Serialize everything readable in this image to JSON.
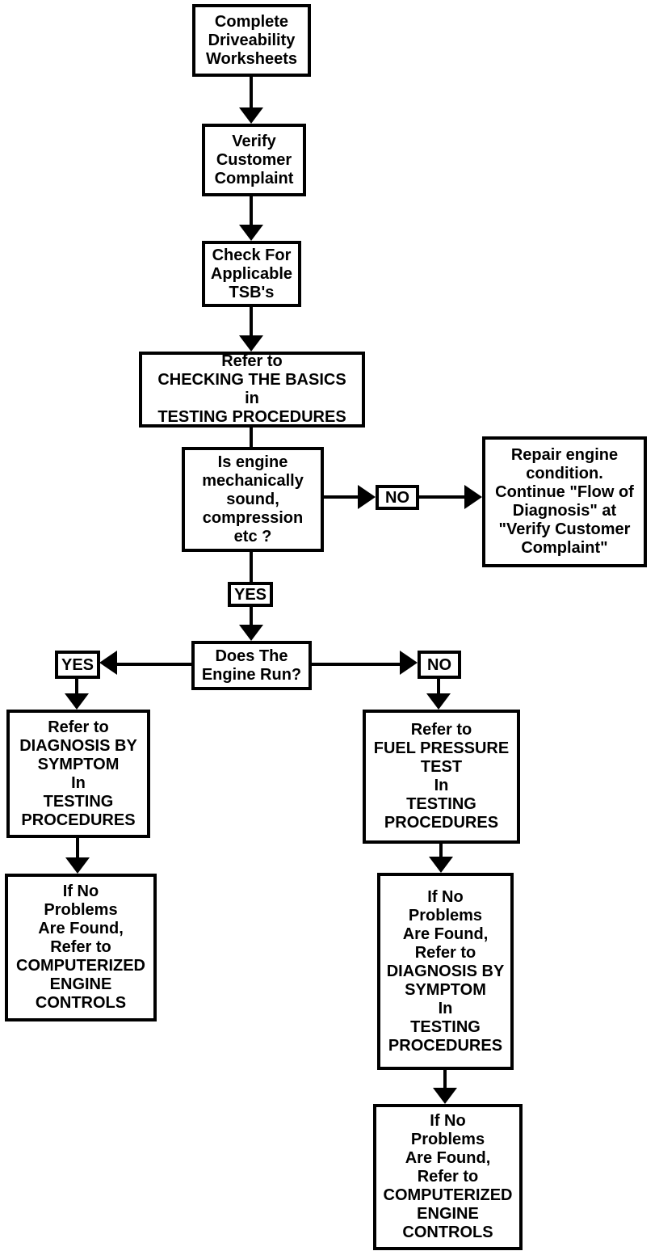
{
  "diagram_type": "flowchart",
  "colors": {
    "ink": "#000000",
    "paper": "#ffffff"
  },
  "nodes": {
    "complete_worksheets": {
      "label": "Complete\nDriveability\nWorksheets"
    },
    "verify_complaint": {
      "label": "Verify\nCustomer\nComplaint"
    },
    "check_tsbs": {
      "label": "Check For\nApplicable\nTSB's"
    },
    "checking_basics": {
      "label": "Refer to\nCHECKING THE BASICS\nin\nTESTING PROCEDURES"
    },
    "engine_sound": {
      "label": "Is engine\nmechanically\nsound,\ncompression\netc ?"
    },
    "no_1": {
      "label": "NO"
    },
    "repair_engine": {
      "label": "Repair engine\ncondition.\nContinue \"Flow of\nDiagnosis\" at\n\"Verify Customer\nComplaint\""
    },
    "yes_1": {
      "label": "YES"
    },
    "does_engine_run": {
      "label": "Does The\nEngine Run?"
    },
    "yes_2": {
      "label": "YES"
    },
    "no_2": {
      "label": "NO"
    },
    "diagnosis_by_symptom": {
      "label": "Refer to\nDIAGNOSIS BY\nSYMPTOM\nIn\nTESTING\nPROCEDURES"
    },
    "computerized_controls_left": {
      "label": "If No\nProblems\nAre Found,\nRefer to\nCOMPUTERIZED\nENGINE\nCONTROLS"
    },
    "fuel_pressure": {
      "label": "Refer to\nFUEL PRESSURE\nTEST\nIn\nTESTING\nPROCEDURES"
    },
    "diagnosis_by_symptom_2": {
      "label": "If No\nProblems\nAre Found,\nRefer to\nDIAGNOSIS BY\nSYMPTOM\nIn\nTESTING\nPROCEDURES"
    },
    "computerized_controls_right": {
      "label": "If No\nProblems\nAre Found,\nRefer to\nCOMPUTERIZED\nENGINE\nCONTROLS"
    }
  },
  "edges": [
    {
      "from": "complete_worksheets",
      "to": "verify_complaint"
    },
    {
      "from": "verify_complaint",
      "to": "check_tsbs"
    },
    {
      "from": "check_tsbs",
      "to": "checking_basics"
    },
    {
      "from": "checking_basics",
      "to": "engine_sound"
    },
    {
      "from": "engine_sound",
      "to": "repair_engine",
      "label": "NO"
    },
    {
      "from": "engine_sound",
      "to": "does_engine_run",
      "label": "YES"
    },
    {
      "from": "does_engine_run",
      "to": "diagnosis_by_symptom",
      "label": "YES"
    },
    {
      "from": "does_engine_run",
      "to": "fuel_pressure",
      "label": "NO"
    },
    {
      "from": "diagnosis_by_symptom",
      "to": "computerized_controls_left"
    },
    {
      "from": "fuel_pressure",
      "to": "diagnosis_by_symptom_2"
    },
    {
      "from": "diagnosis_by_symptom_2",
      "to": "computerized_controls_right"
    }
  ]
}
